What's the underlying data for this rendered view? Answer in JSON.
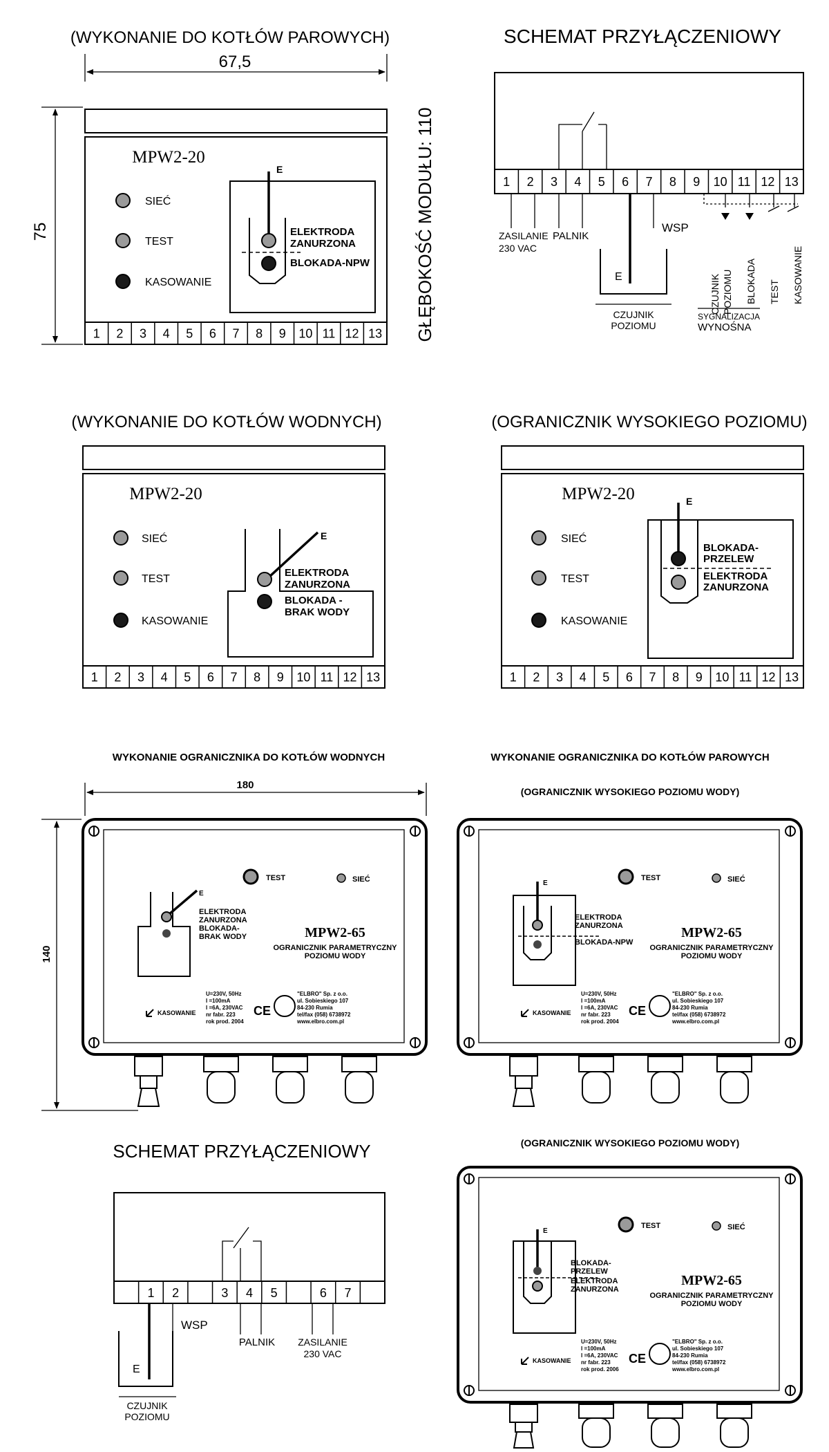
{
  "colors": {
    "ink": "#000000",
    "paper": "#ffffff",
    "led_off": "#9a9a9a",
    "led_dark": "#1a1a1a"
  },
  "titles": {
    "steam_module": "(WYKONANIE DO KOTŁÓW PAROWYCH)",
    "wiring_top": "SCHEMAT PRZYŁĄCZENIOWY",
    "water_module": "(WYKONANIE DO KOTŁÓW WODNYCH)",
    "high_level_module": "(OGRANICZNIK WYSOKIEGO POZIOMU)",
    "water_box": "WYKONANIE OGRANICZNIKA DO KOTŁÓW WODNYCH",
    "steam_box": "WYKONANIE OGRANICZNIKA DO KOTŁÓW PAROWYCH",
    "steam_box_sub": "(OGRANICZNIK WYSOKIEGO POZIOMU WODY)",
    "wiring_bottom": "SCHEMAT PRZYŁĄCZENIOWY",
    "high_box": "(OGRANICZNIK WYSOKIEGO POZIOMU WODY)"
  },
  "dims": {
    "module_width": "67,5",
    "module_height": "75",
    "module_depth": "GŁĘBOKOŚĆ MODUŁU: 110",
    "box_width": "180",
    "box_height": "140"
  },
  "module": {
    "model": "MPW2-20",
    "led_siec": "SIEĆ",
    "led_test": "TEST",
    "led_reset": "KASOWANIE",
    "terminals": [
      "1",
      "2",
      "3",
      "4",
      "5",
      "6",
      "7",
      "8",
      "9",
      "10",
      "11",
      "12",
      "13"
    ],
    "steam_labels": [
      "ELEKTRODA",
      "ZANURZONA",
      "BLOKADA-NPW"
    ],
    "water_labels": [
      "ELEKTRODA",
      "ZANURZONA",
      "BLOKADA -",
      "BRAK WODY"
    ],
    "high_labels": [
      "BLOKADA-",
      "PRZELEW",
      "ELEKTRODA",
      "ZANURZONA"
    ],
    "electrode": "E"
  },
  "wiring_top": {
    "terminals": [
      "1",
      "2",
      "3",
      "4",
      "5",
      "6",
      "7",
      "8",
      "9",
      "10",
      "11",
      "12",
      "13"
    ],
    "supply": [
      "ZASILANIE",
      "230 VAC"
    ],
    "burner": "PALNIK",
    "common": "WSP",
    "sensor": [
      "CZUJNIK",
      "POZIOMU"
    ],
    "electrode": "E",
    "signal_sensor": [
      "CZUJNIK",
      "POZIOMU"
    ],
    "signal_lock": "BLOKADA",
    "signal_test": "TEST",
    "signal_reset": "KASOWANIE",
    "signal_group": [
      "SYGNALIZACJA",
      "WYNOŚNA"
    ]
  },
  "box": {
    "model": "MPW2-65",
    "desc": [
      "OGRANICZNIK PARAMETRYCZNY",
      "POZIOMU WODY"
    ],
    "led_test": "TEST",
    "led_siec": "SIEĆ",
    "reset": "KASOWANIE",
    "ce": "CE",
    "specs": [
      "U=230V, 50Hz",
      "I =100mA",
      "I =6A, 230VAC",
      "nr fabr. 223",
      "rok prod. 2004"
    ],
    "specs_high": [
      "U=230V, 50Hz",
      "I =100mA",
      "I =6A, 230VAC",
      "nr fabr. 223",
      "rok prod. 2006"
    ],
    "maker": [
      "\"ELBRO\" Sp. z o.o.",
      "ul. Sobieskiego 107",
      "84-230 Rumia",
      "tel/fax (058) 6738972",
      "www.elbro.com.pl"
    ],
    "water_labels": [
      "ELEKTRODA",
      "ZANURZONA",
      "BLOKADA-",
      "BRAK WODY"
    ],
    "steam_labels": [
      "ELEKTRODA",
      "ZANURZONA",
      "BLOKADA-NPW"
    ],
    "high_labels": [
      "BLOKADA-",
      "PRZELEW",
      "ELEKTRODA",
      "ZANURZONA"
    ],
    "electrode": "E"
  },
  "wiring_bottom": {
    "terminals": [
      "1",
      "2",
      "3",
      "4",
      "5",
      "6",
      "7"
    ],
    "common": "WSP",
    "burner": "PALNIK",
    "supply": [
      "ZASILANIE",
      "230 VAC"
    ],
    "sensor": [
      "CZUJNIK",
      "POZIOMU"
    ],
    "electrode": "E"
  }
}
